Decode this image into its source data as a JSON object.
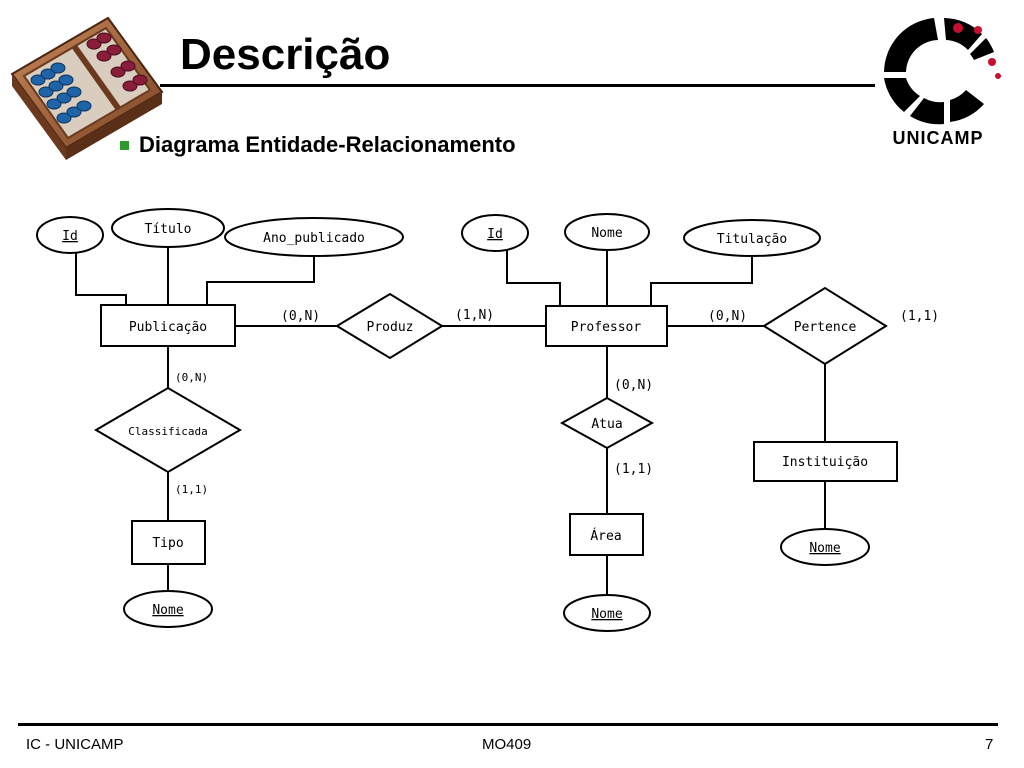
{
  "slide": {
    "title": "Descrição",
    "subtitle": "Diagrama Entidade-Relacionamento",
    "logo_text": "UNICAMP"
  },
  "icons": {
    "abacus": "abacus-icon",
    "logo": "unicamp-logo-icon",
    "bullet": "square-bullet-icon"
  },
  "colors": {
    "bullet": "#2e9a2e"
  },
  "entities": {
    "publicacao": "Publicação",
    "professor": "Professor",
    "tipo": "Tipo",
    "area": "Área",
    "instituicao": "Instituição"
  },
  "relationships": {
    "produz": "Produz",
    "classificada": "Classificada",
    "atua": "Atua",
    "pertence": "Pertence"
  },
  "attributes": {
    "pub_id": "Id",
    "pub_titulo": "Título",
    "pub_ano": "Ano_publicado",
    "prof_id": "Id",
    "prof_nome": "Nome",
    "prof_titulacao": "Titulação",
    "tipo_nome": "Nome",
    "area_nome": "Nome",
    "inst_nome": "Nome"
  },
  "cardinalities": {
    "pub_produz": "(0,N)",
    "produz_prof": "(1,N)",
    "prof_pertence": "(0,N)",
    "pertence_inst": "(1,1)",
    "pub_classificada": "(0,N)",
    "classificada_tipo": "(1,1)",
    "prof_atua": "(0,N)",
    "atua_area": "(1,1)"
  },
  "footer": {
    "left": "IC - UNICAMP",
    "center": "MO409",
    "right": "7"
  }
}
